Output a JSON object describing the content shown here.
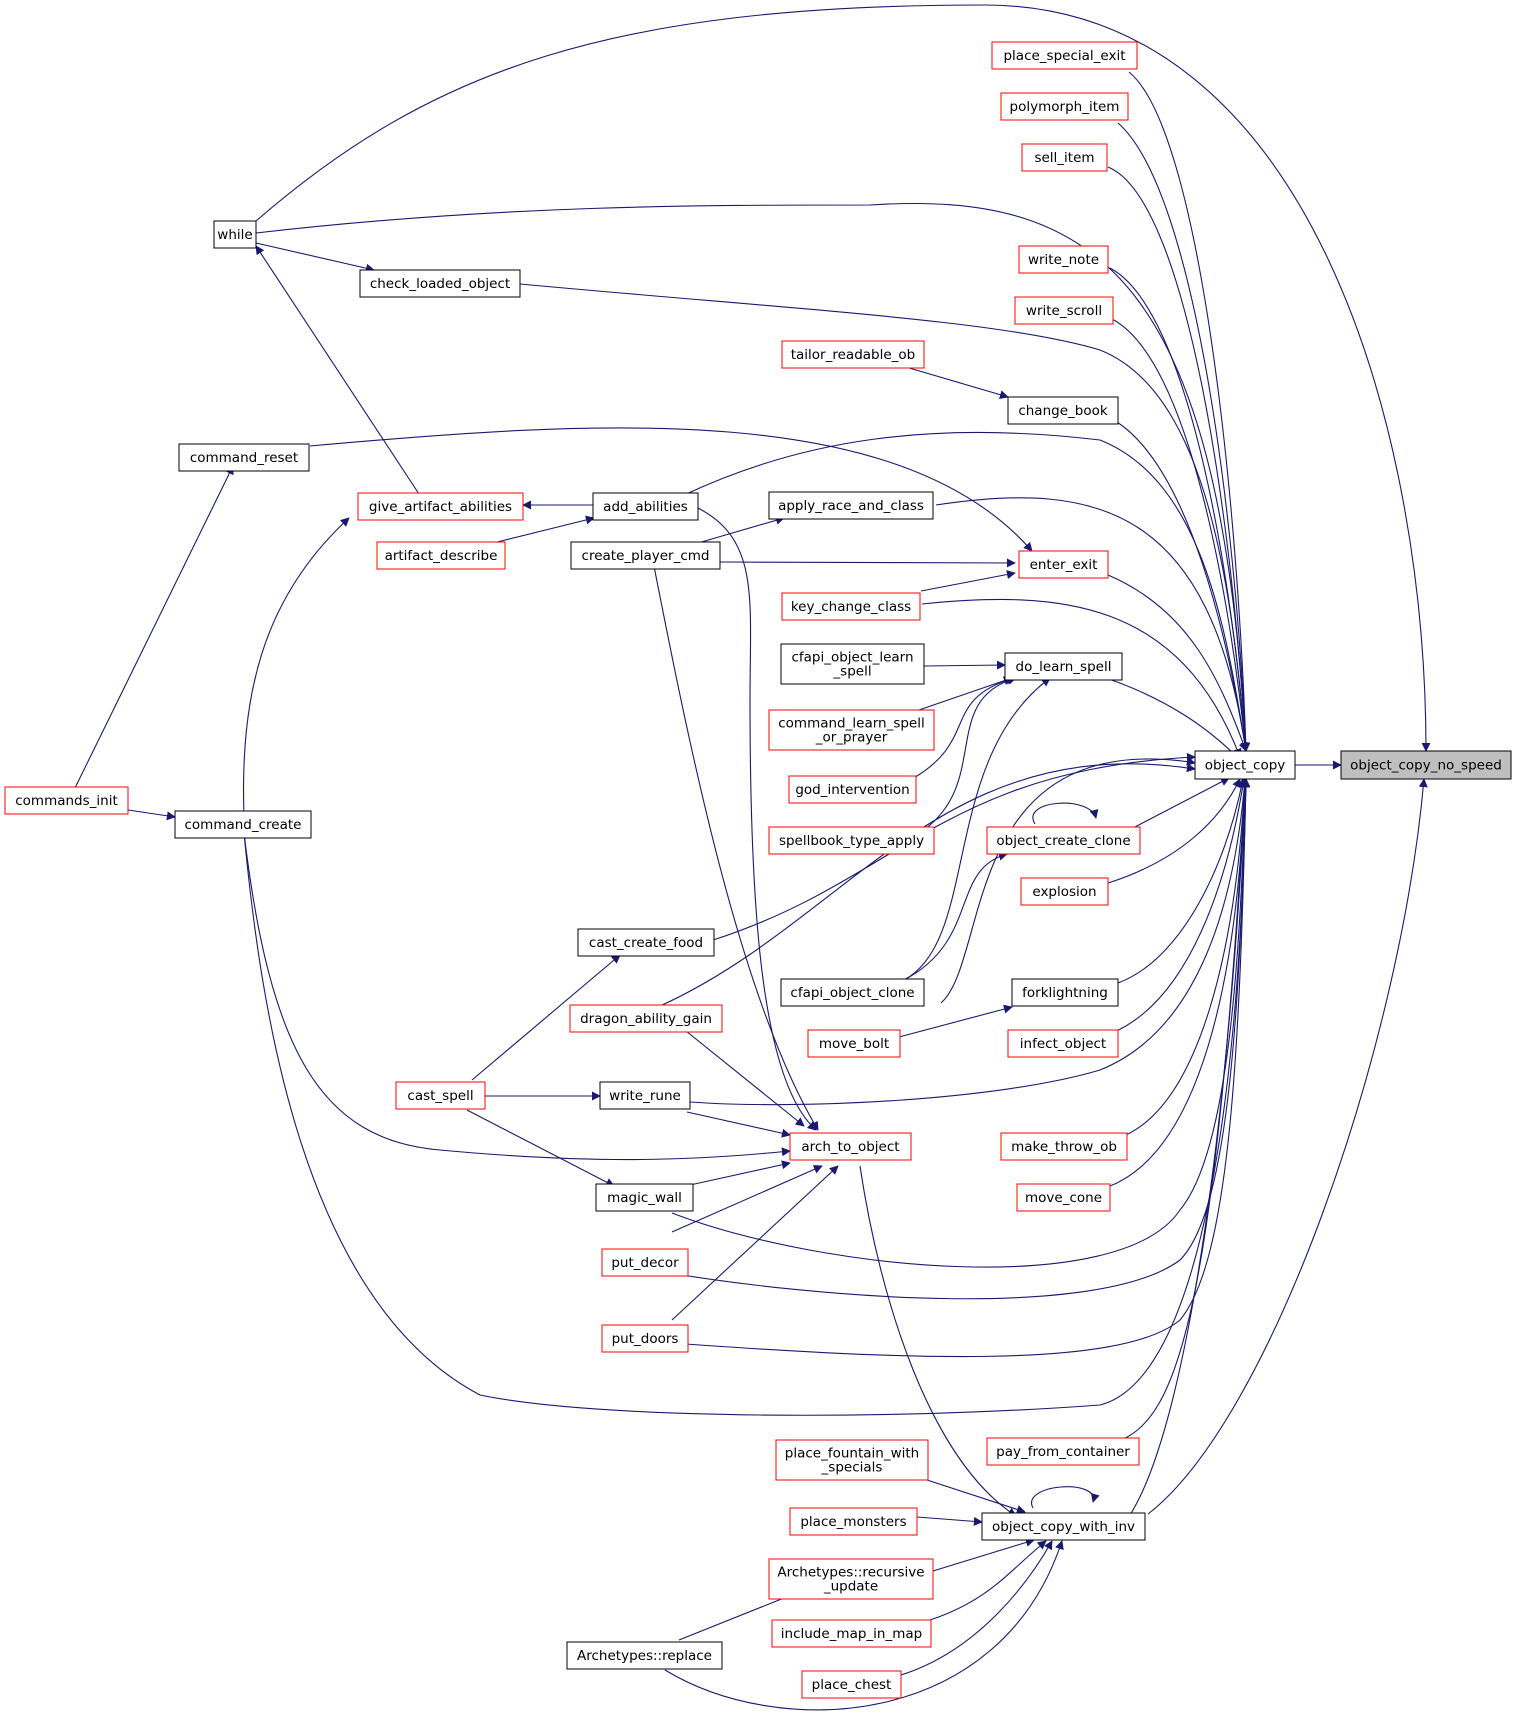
{
  "colors": {
    "edge": "#191970",
    "node_black_border": "#000000",
    "node_red_border": "#ff0000",
    "node_selected_fill": "#bfbfbf",
    "node_fill": "#ffffff"
  },
  "nodes": {
    "object_copy_no_speed": {
      "label": "object_copy_no_speed",
      "border": "selected"
    },
    "object_copy": {
      "label": "object_copy",
      "border": "black"
    },
    "place_special_exit": {
      "label": "place_special_exit",
      "border": "red"
    },
    "polymorph_item": {
      "label": "polymorph_item",
      "border": "red"
    },
    "sell_item": {
      "label": "sell_item",
      "border": "red"
    },
    "write_note": {
      "label": "write_note",
      "border": "red"
    },
    "write_scroll": {
      "label": "write_scroll",
      "border": "red"
    },
    "tailor_readable_ob": {
      "label": "tailor_readable_ob",
      "border": "red"
    },
    "change_book": {
      "label": "change_book",
      "border": "black"
    },
    "while": {
      "label": "while",
      "border": "black"
    },
    "check_loaded_object": {
      "label": "check_loaded_object",
      "border": "black"
    },
    "command_reset": {
      "label": "command_reset",
      "border": "black"
    },
    "give_artifact_abilities": {
      "label": "give_artifact_abilities",
      "border": "red"
    },
    "add_abilities": {
      "label": "add_abilities",
      "border": "black"
    },
    "apply_race_and_class": {
      "label": "apply_race_and_class",
      "border": "black"
    },
    "artifact_describe": {
      "label": "artifact_describe",
      "border": "red"
    },
    "create_player_cmd": {
      "label": "create_player_cmd",
      "border": "black"
    },
    "enter_exit": {
      "label": "enter_exit",
      "border": "red"
    },
    "key_change_class": {
      "label": "key_change_class",
      "border": "red"
    },
    "cfapi_object_learn_spell": {
      "label": [
        "cfapi_object_learn",
        "_spell"
      ],
      "border": "black"
    },
    "do_learn_spell": {
      "label": "do_learn_spell",
      "border": "black"
    },
    "command_learn_spell_or_prayer": {
      "label": [
        "command_learn_spell",
        "_or_prayer"
      ],
      "border": "red"
    },
    "god_intervention": {
      "label": "god_intervention",
      "border": "red"
    },
    "spellbook_type_apply": {
      "label": "spellbook_type_apply",
      "border": "red"
    },
    "object_create_clone": {
      "label": "object_create_clone",
      "border": "red"
    },
    "explosion": {
      "label": "explosion",
      "border": "red"
    },
    "commands_init": {
      "label": "commands_init",
      "border": "red"
    },
    "command_create": {
      "label": "command_create",
      "border": "black"
    },
    "cast_create_food": {
      "label": "cast_create_food",
      "border": "black"
    },
    "cfapi_object_clone": {
      "label": "cfapi_object_clone",
      "border": "black"
    },
    "forklightning": {
      "label": "forklightning",
      "border": "black"
    },
    "dragon_ability_gain": {
      "label": "dragon_ability_gain",
      "border": "red"
    },
    "move_bolt": {
      "label": "move_bolt",
      "border": "red"
    },
    "infect_object": {
      "label": "infect_object",
      "border": "red"
    },
    "cast_spell": {
      "label": "cast_spell",
      "border": "red"
    },
    "write_rune": {
      "label": "write_rune",
      "border": "black"
    },
    "arch_to_object": {
      "label": "arch_to_object",
      "border": "red"
    },
    "make_throw_ob": {
      "label": "make_throw_ob",
      "border": "red"
    },
    "magic_wall": {
      "label": "magic_wall",
      "border": "black"
    },
    "move_cone": {
      "label": "move_cone",
      "border": "red"
    },
    "put_decor": {
      "label": "put_decor",
      "border": "red"
    },
    "put_doors": {
      "label": "put_doors",
      "border": "red"
    },
    "pay_from_container": {
      "label": "pay_from_container",
      "border": "red"
    },
    "place_fountain_with_specials": {
      "label": [
        "place_fountain_with",
        "_specials"
      ],
      "border": "red"
    },
    "place_monsters": {
      "label": "place_monsters",
      "border": "red"
    },
    "object_copy_with_inv": {
      "label": "object_copy_with_inv",
      "border": "black"
    },
    "archetypes_recursive_update": {
      "label": [
        "Archetypes::recursive",
        "_update"
      ],
      "border": "red"
    },
    "include_map_in_map": {
      "label": "include_map_in_map",
      "border": "red"
    },
    "archetypes_replace": {
      "label": "Archetypes::replace",
      "border": "black"
    },
    "place_chest": {
      "label": "place_chest",
      "border": "red"
    }
  }
}
